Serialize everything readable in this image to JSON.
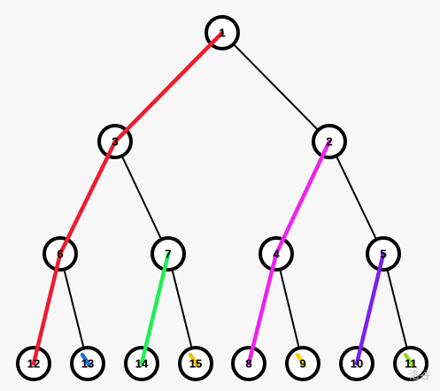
{
  "tree": {
    "nodes": [
      {
        "id": 1,
        "label": "1"
      },
      {
        "id": 3,
        "label": "3"
      },
      {
        "id": 2,
        "label": "2"
      },
      {
        "id": 6,
        "label": "6"
      },
      {
        "id": 7,
        "label": "7"
      },
      {
        "id": 4,
        "label": "4"
      },
      {
        "id": 5,
        "label": "5"
      },
      {
        "id": 12,
        "label": "12"
      },
      {
        "id": 13,
        "label": "13"
      },
      {
        "id": 14,
        "label": "14"
      },
      {
        "id": 15,
        "label": "15"
      },
      {
        "id": 8,
        "label": "8"
      },
      {
        "id": 9,
        "label": "9"
      },
      {
        "id": 10,
        "label": "10"
      },
      {
        "id": 11,
        "label": "11"
      }
    ],
    "edges": [
      [
        1,
        3
      ],
      [
        1,
        2
      ],
      [
        3,
        6
      ],
      [
        3,
        7
      ],
      [
        2,
        4
      ],
      [
        2,
        5
      ],
      [
        6,
        12
      ],
      [
        6,
        13
      ],
      [
        7,
        14
      ],
      [
        7,
        15
      ],
      [
        4,
        8
      ],
      [
        4,
        9
      ],
      [
        5,
        10
      ],
      [
        5,
        11
      ]
    ],
    "highlight_paths": [
      {
        "nodes": [
          1,
          3,
          6,
          12
        ],
        "color": "#ee1c2e"
      },
      {
        "nodes": [
          13
        ],
        "color": "#1e73d8"
      },
      {
        "nodes": [
          7,
          14
        ],
        "color": "#22ee55"
      },
      {
        "nodes": [
          15
        ],
        "color": "#f2c200"
      },
      {
        "nodes": [
          2,
          4,
          8
        ],
        "color": "#ee22ee"
      },
      {
        "nodes": [
          9
        ],
        "color": "#f2d600"
      },
      {
        "nodes": [
          5,
          10
        ],
        "color": "#7722ee"
      },
      {
        "nodes": [
          11
        ],
        "color": "#99dd22"
      }
    ]
  },
  "watermark": "洛谷"
}
